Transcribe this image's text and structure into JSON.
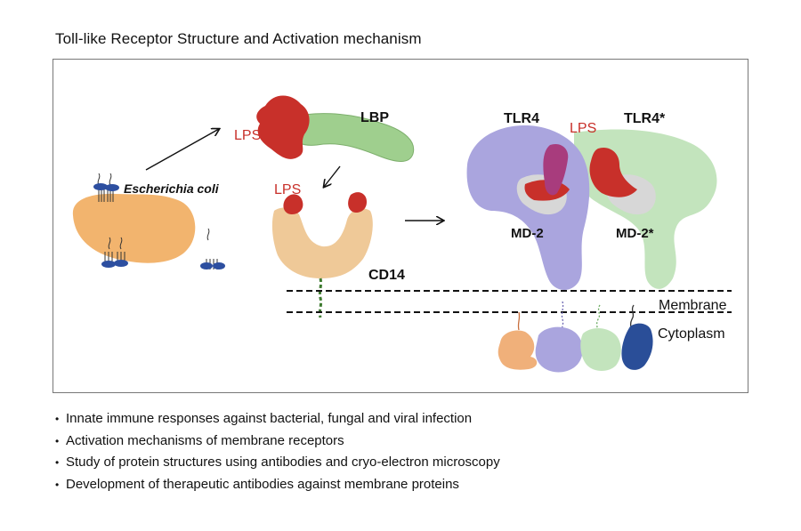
{
  "title": "Toll-like Receptor Structure and Activation mechanism",
  "diagram": {
    "bacterium": "Escherichia coli",
    "lps_top": "LPS",
    "lbp": "LBP",
    "lps_mid": "LPS",
    "cd14": "CD14",
    "tlr4": "TLR4",
    "lps_right": "LPS",
    "tlr4_star": "TLR4*",
    "md2": "MD-2",
    "md2_star": "MD-2*",
    "membrane": "Membrane",
    "cytoplasm": "Cytoplasm"
  },
  "colors": {
    "lps_red": "#c8302a",
    "lbp_green": "#9fcf8e",
    "cd14_tan": "#efc998",
    "tlr4_purple": "#aaa5de",
    "tlr4star_green": "#c3e4bd",
    "md2_gray": "#d7d7d7",
    "bacterium_orange": "#f2b46e",
    "adaptor_blue": "#2a4e98"
  },
  "bullets": [
    "Innate immune responses against bacterial, fungal and viral infection",
    "Activation mechanisms of membrane receptors",
    "Study of protein structures using antibodies and cryo-electron microscopy",
    "Development of therapeutic antibodies against membrane proteins"
  ]
}
